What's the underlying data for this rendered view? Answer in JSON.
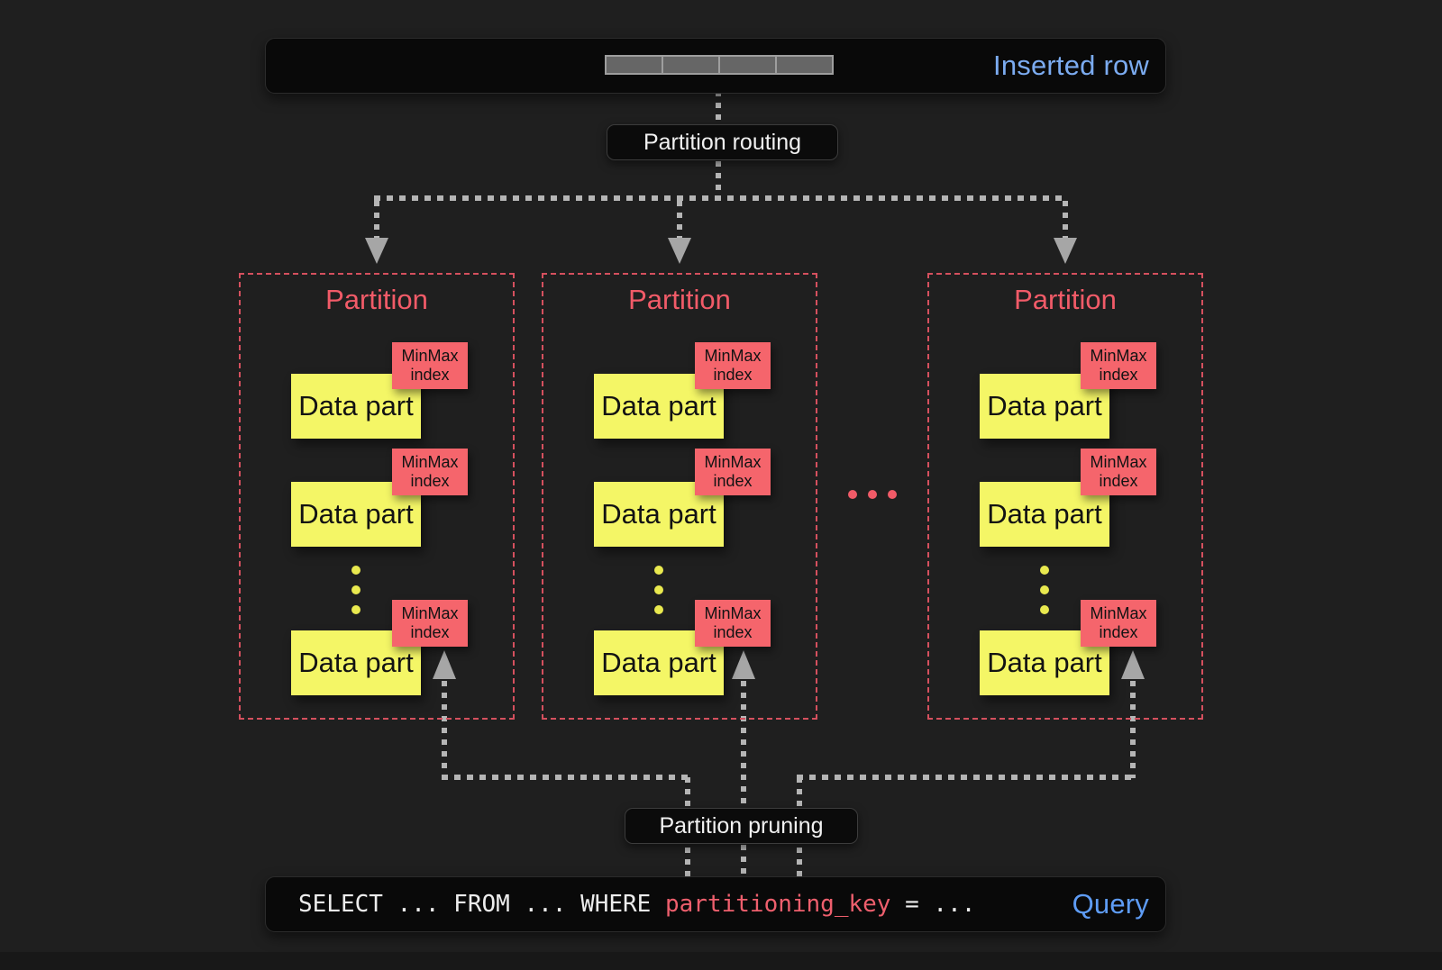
{
  "colors": {
    "background": "#1f1f1f",
    "bar_background": "#090909",
    "pill_background": "#0b0b0b",
    "inserted_row_blue": "#7babf0",
    "query_blue": "#5e9cf5",
    "partition_red": "#f15b68",
    "partition_border_red": "#d5505e",
    "minmax_red": "#f5656c",
    "data_part_yellow": "#f4f666",
    "dot_yellow": "#e9e94f",
    "sql_key_red": "#ee5f6d",
    "connector_gray": "#b5b5b5",
    "arrow_gray": "#a6a6a6",
    "cell_gray": "#666666",
    "cell_border": "#9e9e9e"
  },
  "inserted_row_bar": {
    "label": "Inserted row",
    "cell_count": 4
  },
  "routing_label": "Partition routing",
  "pruning_label": "Partition pruning",
  "ellipsis_between_partitions": {
    "dot_count": 3
  },
  "partitions": [
    {
      "title": "Partition",
      "hidden_parts_dots": 3,
      "parts": [
        {
          "label": "Data part",
          "tag_line1": "MinMax",
          "tag_line2": "index"
        },
        {
          "label": "Data part",
          "tag_line1": "MinMax",
          "tag_line2": "index"
        },
        {
          "label": "Data part",
          "tag_line1": "MinMax",
          "tag_line2": "index"
        }
      ]
    },
    {
      "title": "Partition",
      "hidden_parts_dots": 3,
      "parts": [
        {
          "label": "Data part",
          "tag_line1": "MinMax",
          "tag_line2": "index"
        },
        {
          "label": "Data part",
          "tag_line1": "MinMax",
          "tag_line2": "index"
        },
        {
          "label": "Data part",
          "tag_line1": "MinMax",
          "tag_line2": "index"
        }
      ]
    },
    {
      "title": "Partition",
      "hidden_parts_dots": 3,
      "parts": [
        {
          "label": "Data part",
          "tag_line1": "MinMax",
          "tag_line2": "index"
        },
        {
          "label": "Data part",
          "tag_line1": "MinMax",
          "tag_line2": "index"
        },
        {
          "label": "Data part",
          "tag_line1": "MinMax",
          "tag_line2": "index"
        }
      ]
    }
  ],
  "query_bar": {
    "sql_before": "SELECT ... FROM ... WHERE ",
    "sql_key": "partitioning_key",
    "sql_after": " = ...",
    "label": "Query"
  }
}
